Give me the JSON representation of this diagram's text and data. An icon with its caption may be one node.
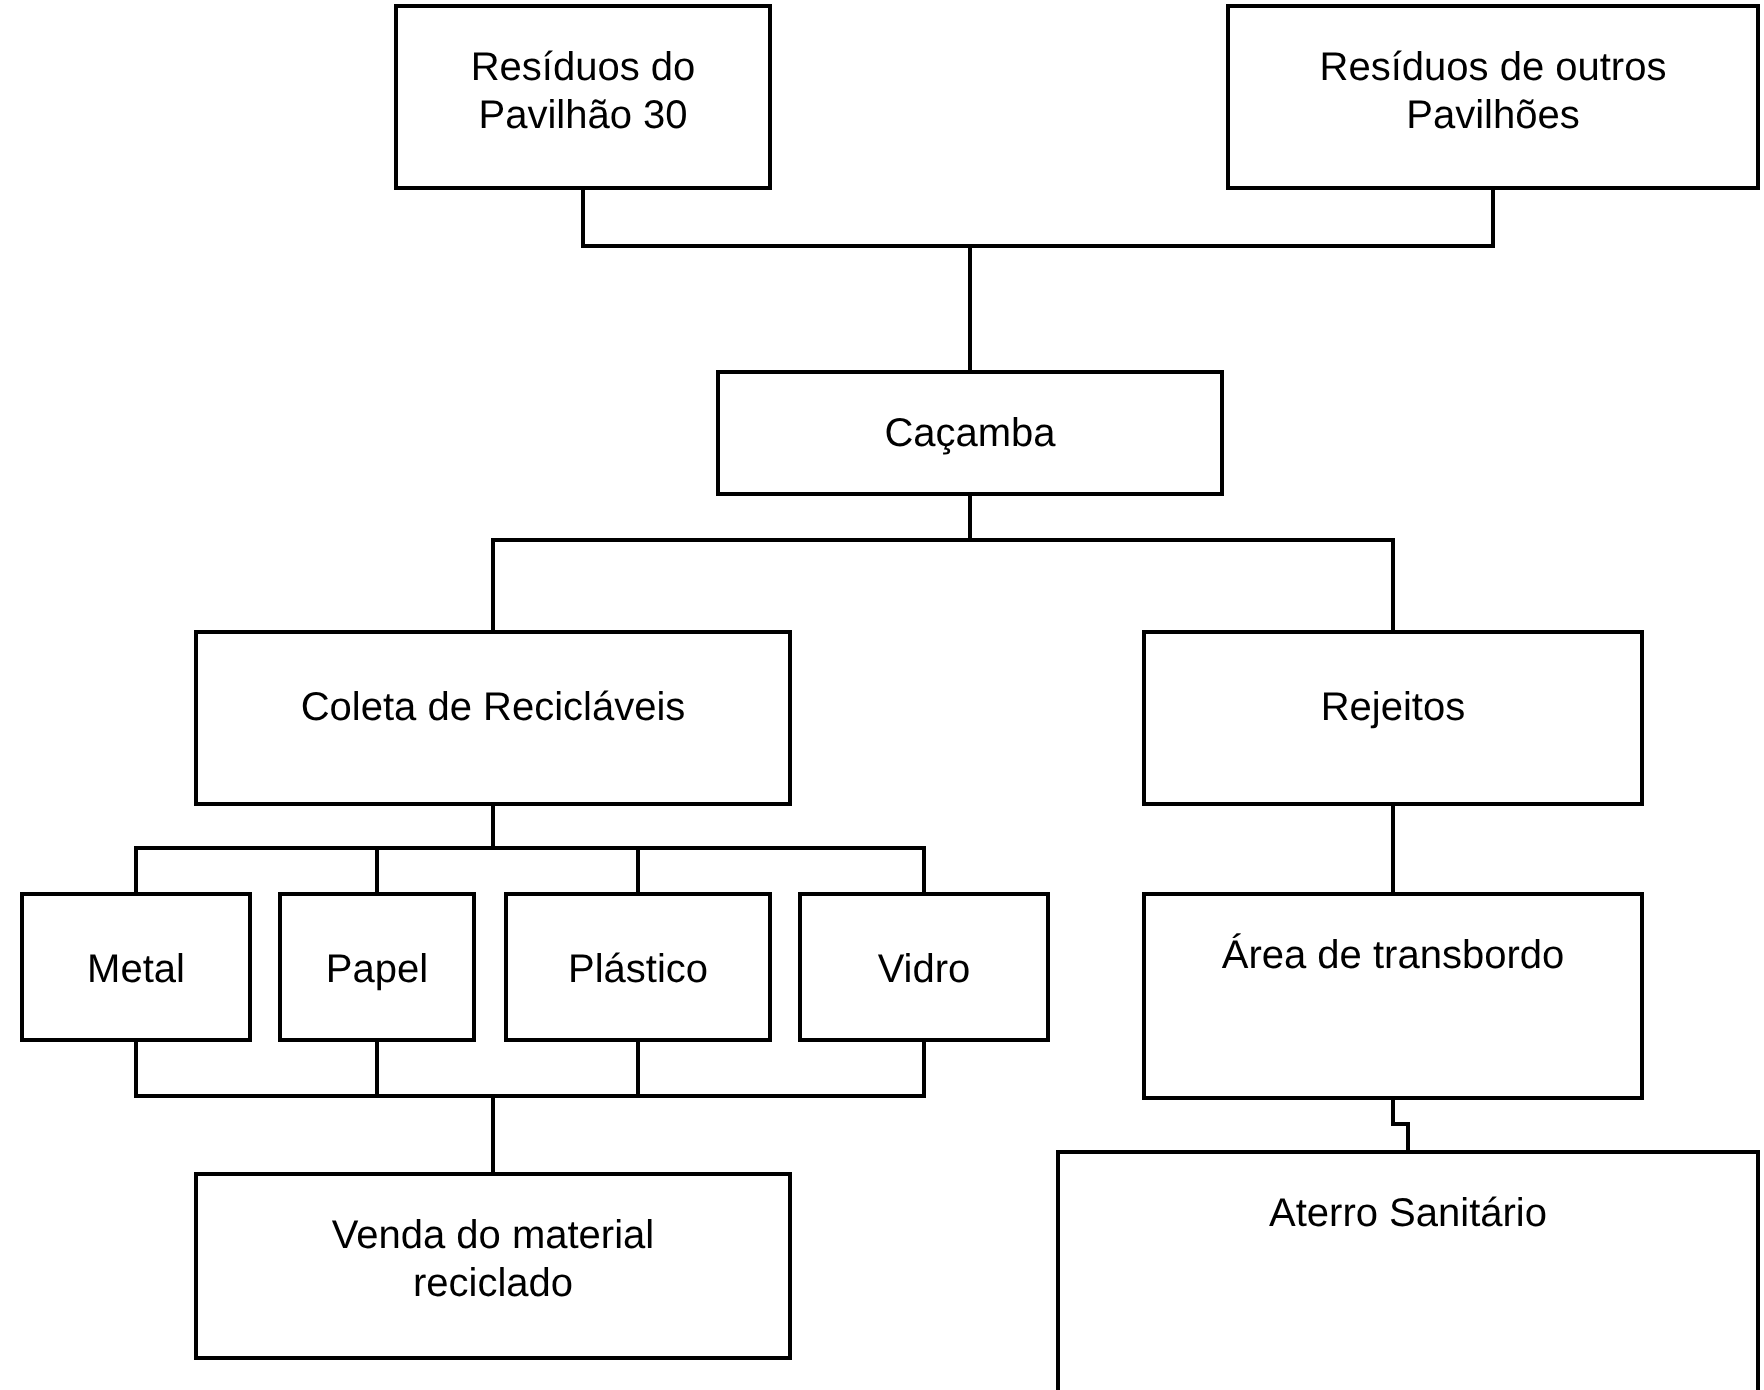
{
  "diagram": {
    "nodes": [
      {
        "text": [
          "Resíduos do Pavilhão 30"
        ]
      },
      {
        "text": [
          "Resíduos de outros Pavilhões"
        ]
      },
      {
        "text": [
          "Caçamba"
        ]
      },
      {
        "text": [
          "Coleta de Recicláveis"
        ]
      },
      {
        "text": [
          "Rejeitos"
        ]
      },
      {
        "text": [
          "Metal"
        ]
      },
      {
        "text": [
          "Papel"
        ]
      },
      {
        "text": [
          "Plástico"
        ]
      },
      {
        "text": [
          "Vidro"
        ]
      },
      {
        "text": [
          "Venda do material reciclado"
        ]
      },
      {
        "text": [
          "Área de transbordo"
        ]
      },
      {
        "text": [
          "Aterro Sanitário"
        ]
      }
    ],
    "edges": [
      {
        "from": 0,
        "to": 2,
        "arrow": "none"
      },
      {
        "from": 1,
        "to": 2,
        "arrow": "none"
      },
      {
        "from": 2,
        "to": 3,
        "arrow": "none"
      },
      {
        "from": 2,
        "to": 4,
        "arrow": "none"
      },
      {
        "from": 3,
        "to": 5,
        "arrow": "none"
      },
      {
        "from": 3,
        "to": 6,
        "arrow": "none"
      },
      {
        "from": 3,
        "to": 7,
        "arrow": "none"
      },
      {
        "from": 3,
        "to": 8,
        "arrow": "none"
      },
      {
        "from": 5,
        "to": 9,
        "arrow": "none"
      },
      {
        "from": 6,
        "to": 9,
        "arrow": "none"
      },
      {
        "from": 7,
        "to": 9,
        "arrow": "none"
      },
      {
        "from": 8,
        "to": 9,
        "arrow": "none"
      },
      {
        "from": 4,
        "to": 10,
        "arrow": "none"
      },
      {
        "from": 10,
        "to": 11,
        "arrow": "none"
      }
    ]
  }
}
